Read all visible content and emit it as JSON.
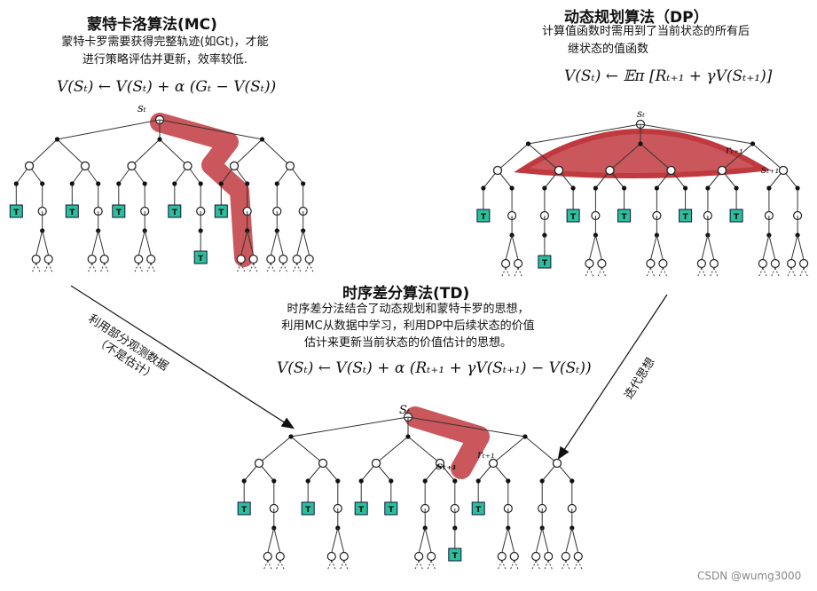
{
  "mc": {
    "title": "蒙特卡洛算法(MC)",
    "desc_line1": "蒙特卡罗需要获得完整轨迹(如Gt)，才能",
    "desc_line2": "进行策略评估并更新，效率较低.",
    "formula": "V(Sₜ) ← V(Sₜ) + α (Gₜ − V(Sₜ))",
    "root_label": "sₜ"
  },
  "dp": {
    "title": "动态规划算法（DP）",
    "desc_line1": "计算值函数时需用到了当前状态的所有后",
    "desc_line2": "继状态的值函数",
    "formula": "V(Sₜ) ← 𝔼π [Rₜ₊₁ + γV(Sₜ₊₁)]",
    "root_label": "sₜ",
    "reward_label": "rₜ₊₁",
    "next_label": "sₜ₊₁"
  },
  "td": {
    "title": "时序差分算法(TD)",
    "desc_line1": "时序差分法结合了动态规划和蒙特卡罗的思想，",
    "desc_line2": "利用MC从数据中学习，利用DP中后续状态的价值",
    "desc_line3": "估计来更新当前状态的价值估计的思想。",
    "formula": "V(Sₜ) ← V(Sₜ) + α (Rₜ₊₁ + γV(Sₜ₊₁) − V(Sₜ))",
    "root_label": "Sₜ",
    "reward_label": "rₜ₊₁",
    "next_label": "sₜ₊₁"
  },
  "arrows": {
    "left_label_line1": "利用部分观测数据",
    "left_label_line2": "（不是估计）",
    "right_label": "迭代思想"
  },
  "terminal_label": "T",
  "watermark": "CSDN @wumg3000",
  "colors": {
    "highlight": "#c0393f",
    "terminal": "#2bbf9a",
    "line": "#333333"
  }
}
